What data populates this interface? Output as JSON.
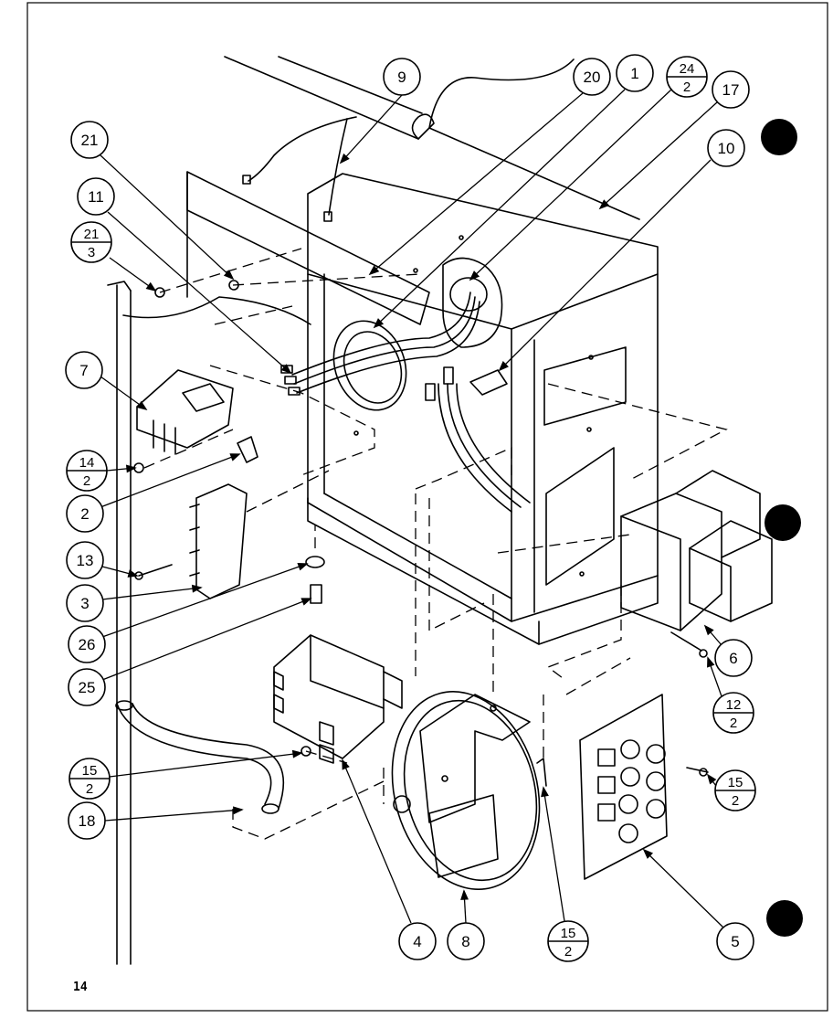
{
  "page_number": "14",
  "callouts": [
    {
      "id": "c9",
      "top": "9"
    },
    {
      "id": "c20",
      "top": "20"
    },
    {
      "id": "c1",
      "top": "1"
    },
    {
      "id": "c24-2",
      "top": "24",
      "bottom": "2"
    },
    {
      "id": "c17",
      "top": "17"
    },
    {
      "id": "c10",
      "top": "10"
    },
    {
      "id": "c21",
      "top": "21"
    },
    {
      "id": "c11",
      "top": "11"
    },
    {
      "id": "c21-3",
      "top": "21",
      "bottom": "3"
    },
    {
      "id": "c7",
      "top": "7"
    },
    {
      "id": "c14-2",
      "top": "14",
      "bottom": "2"
    },
    {
      "id": "c2",
      "top": "2"
    },
    {
      "id": "c13",
      "top": "13"
    },
    {
      "id": "c3",
      "top": "3"
    },
    {
      "id": "c26",
      "top": "26"
    },
    {
      "id": "c25",
      "top": "25"
    },
    {
      "id": "c15-2a",
      "top": "15",
      "bottom": "2"
    },
    {
      "id": "c18",
      "top": "18"
    },
    {
      "id": "c4",
      "top": "4"
    },
    {
      "id": "c8",
      "top": "8"
    },
    {
      "id": "c15-2b",
      "top": "15",
      "bottom": "2"
    },
    {
      "id": "c5",
      "top": "5"
    },
    {
      "id": "c6",
      "top": "6"
    },
    {
      "id": "c12-2",
      "top": "12",
      "bottom": "2"
    },
    {
      "id": "c15-2c",
      "top": "15",
      "bottom": "2"
    }
  ]
}
